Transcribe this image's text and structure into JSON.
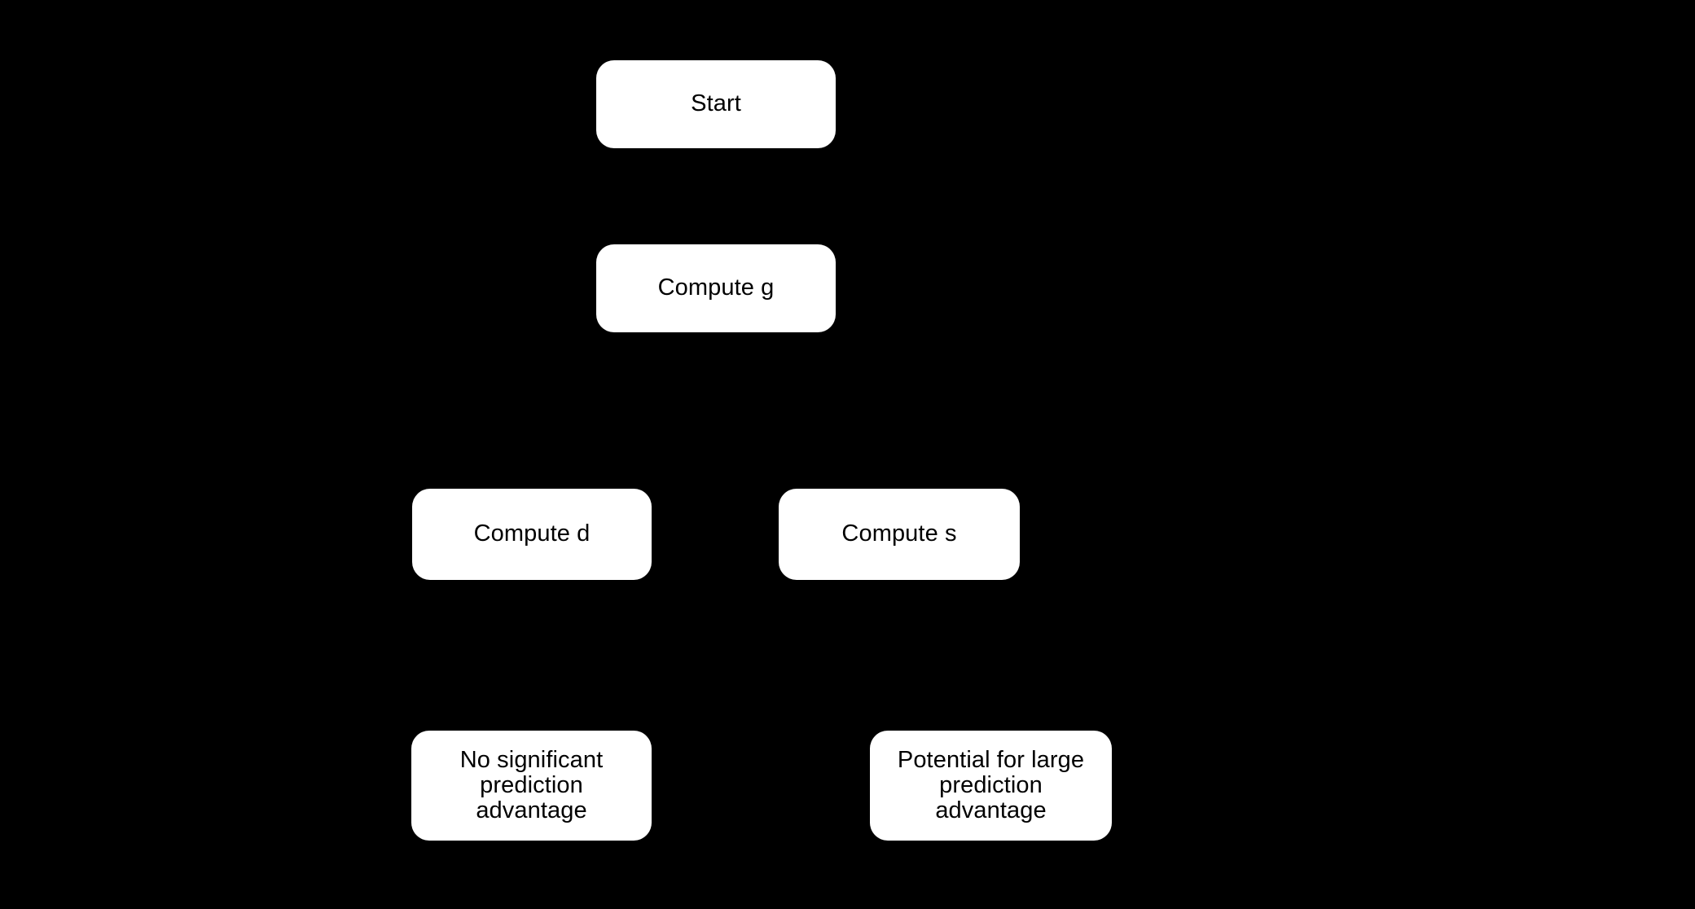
{
  "diagram": {
    "type": "flowchart",
    "orientation": "top-to-bottom",
    "background_color": "#000000",
    "node_fill_color": "#ffffff",
    "node_text_color": "#000000",
    "edge_color": "#000000",
    "nodes": [
      {
        "id": "start",
        "label": "Start"
      },
      {
        "id": "compute_g",
        "label": "Compute g"
      },
      {
        "id": "compute_d",
        "label": "Compute d"
      },
      {
        "id": "compute_s",
        "label": "Compute s"
      },
      {
        "id": "no_advantage",
        "label": "No significant\nprediction\nadvantage"
      },
      {
        "id": "large_advantage",
        "label": "Potential for large\nprediction\nadvantage"
      }
    ],
    "edges": [
      {
        "from": "start",
        "to": "compute_g",
        "label": ""
      },
      {
        "from": "compute_g",
        "to": "compute_d",
        "label": ""
      },
      {
        "from": "compute_g",
        "to": "compute_s",
        "label": ""
      },
      {
        "from": "compute_d",
        "to": "no_advantage",
        "label": ""
      },
      {
        "from": "compute_s",
        "to": "large_advantage",
        "label": ""
      }
    ]
  }
}
